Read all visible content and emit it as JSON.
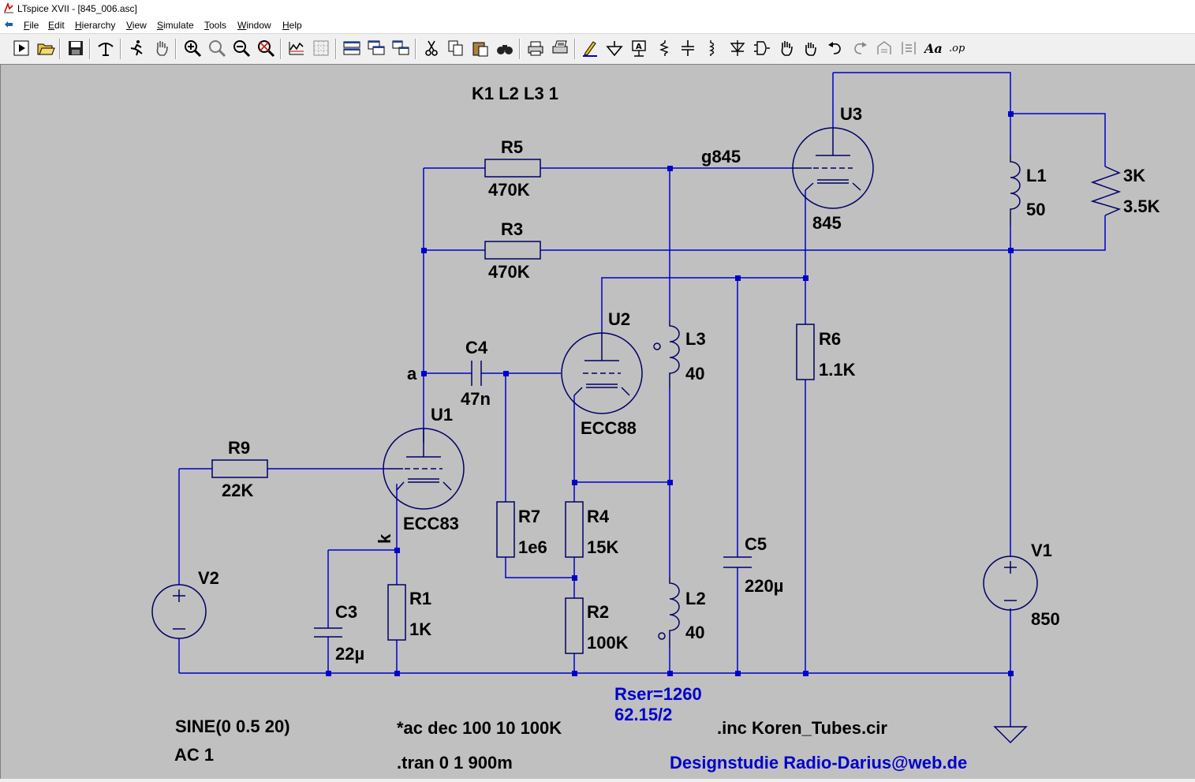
{
  "window": {
    "title": "LTspice XVII - [845_006.asc]"
  },
  "menu": {
    "items": [
      "File",
      "Edit",
      "Hierarchy",
      "View",
      "Simulate",
      "Tools",
      "Window",
      "Help"
    ]
  },
  "toolbar": {
    "buttons": [
      "run-icon",
      "open-icon",
      "save-icon",
      "control-panel-icon",
      "run-stop-icon",
      "pan-icon",
      "zoom-in-icon",
      "zoom-area-icon",
      "zoom-out-icon",
      "zoom-fit-icon",
      "autorange-icon",
      "grid-icon",
      "tile-horizontal-icon",
      "cascade-icon",
      "tile-vertical-icon",
      "cut-icon",
      "copy-icon",
      "paste-icon",
      "find-icon",
      "print-icon",
      "print-setup-icon",
      "draw-wire-icon",
      "ground-icon",
      "label-net-icon",
      "resistor-icon",
      "capacitor-icon",
      "inductor-icon",
      "diode-icon",
      "component-icon",
      "move-icon",
      "drag-icon",
      "undo-icon",
      "redo-icon",
      "rotate-icon",
      "mirror-icon",
      "text-icon",
      "spice-directive-icon"
    ]
  },
  "schematic": {
    "directive_k": "K1 L2 L3 1",
    "components": {
      "R5": {
        "name": "R5",
        "value": "470K"
      },
      "R3": {
        "name": "R3",
        "value": "470K"
      },
      "U3": {
        "name": "U3",
        "value": "845"
      },
      "L1": {
        "name": "L1",
        "value": "50"
      },
      "Rload": {
        "name": "3K",
        "value": "3.5K"
      },
      "U2": {
        "name": "U2",
        "value": "ECC88"
      },
      "L3": {
        "name": "L3",
        "value": "40"
      },
      "R6": {
        "name": "R6",
        "value": "1.1K"
      },
      "C4": {
        "name": "C4",
        "value": "47n"
      },
      "U1": {
        "name": "U1",
        "value": "ECC83"
      },
      "R9": {
        "name": "R9",
        "value": "22K"
      },
      "R7": {
        "name": "R7",
        "value": "1e6"
      },
      "R4": {
        "name": "R4",
        "value": "15K"
      },
      "C5": {
        "name": "C5",
        "value": "220µ"
      },
      "V1": {
        "name": "V1",
        "value": "850"
      },
      "V2": {
        "name": "V2"
      },
      "C3": {
        "name": "C3",
        "value": "22µ"
      },
      "R1": {
        "name": "R1",
        "value": "1K"
      },
      "R2": {
        "name": "R2",
        "value": "100K"
      },
      "L2": {
        "name": "L2",
        "value": "40"
      }
    },
    "nets": {
      "g845": "g845",
      "a": "a",
      "k": "k"
    },
    "l2_params": {
      "line1": "Rser=1260",
      "line2": "62.15/2"
    },
    "source_v2": {
      "line1": "SINE(0 0.5 20)",
      "line2": "AC 1"
    },
    "directives": {
      "ac": "*ac dec 100 10 100K",
      "tran": ".tran 0 1 900m",
      "inc": ".inc Koren_Tubes.cir"
    },
    "footer_note": "Designstudie Radio-Darius@web.de"
  }
}
